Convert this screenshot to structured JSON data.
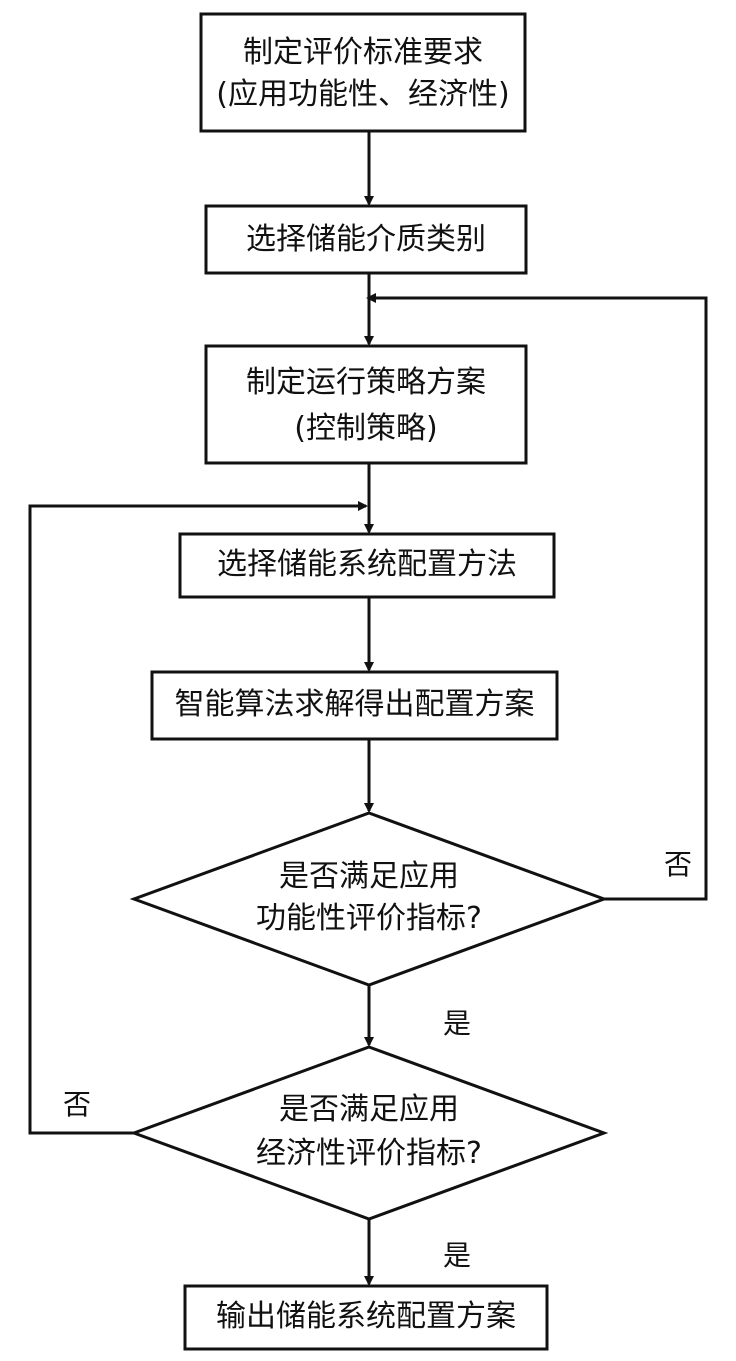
{
  "steps": {
    "define_criteria": {
      "line1": "制定评价标准要求",
      "line2": "(应用功能性、经济性)"
    },
    "choose_medium": {
      "label": "选择储能介质类别"
    },
    "operation_strategy": {
      "line1": "制定运行策略方案",
      "line2": "(控制策略)"
    },
    "config_method": {
      "label": "选择储能系统配置方法"
    },
    "algorithm_solve": {
      "label": "智能算法求解得出配置方案"
    },
    "output": {
      "label": "输出储能系统配置方案"
    }
  },
  "decisions": {
    "functional": {
      "line1": "是否满足应用",
      "line2": "功能性评价指标?"
    },
    "economic": {
      "line1": "是否满足应用",
      "line2": "经济性评价指标?"
    }
  },
  "branch_labels": {
    "functional_no": "否",
    "functional_yes": "是",
    "economic_no": "否",
    "economic_yes": "是"
  }
}
